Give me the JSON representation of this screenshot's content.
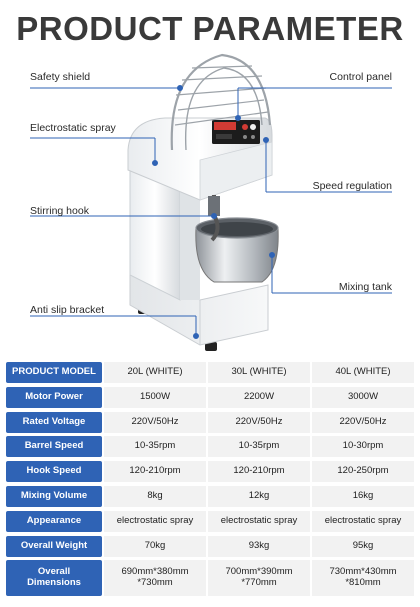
{
  "title": "PRODUCT PARAMETER",
  "callouts": {
    "safety_shield": "Safety shield",
    "control_panel": "Control panel",
    "electrostatic_spray": "Electrostatic spray",
    "speed_regulation": "Speed regulation",
    "stirring_hook": "Stirring hook",
    "mixing_tank": "Mixing tank",
    "anti_slip_bracket": "Anti slip bracket"
  },
  "colors": {
    "accent": "#2f63b5",
    "title": "#3a3a3a",
    "cell_bg": "#f2f2f2"
  },
  "table": {
    "header": {
      "label": "PRODUCT MODEL",
      "values": [
        "20L (WHITE)",
        "30L (WHITE)",
        "40L (WHITE)"
      ]
    },
    "rows": [
      {
        "label": "Motor Power",
        "values": [
          "1500W",
          "2200W",
          "3000W"
        ]
      },
      {
        "label": "Rated Voltage",
        "values": [
          "220V/50Hz",
          "220V/50Hz",
          "220V/50Hz"
        ]
      },
      {
        "label": "Barrel Speed",
        "values": [
          "10-35rpm",
          "10-35rpm",
          "10-30rpm"
        ]
      },
      {
        "label": "Hook Speed",
        "values": [
          "120-210rpm",
          "120-210rpm",
          "120-250rpm"
        ]
      },
      {
        "label": "Mixing Volume",
        "values": [
          "8kg",
          "12kg",
          "16kg"
        ]
      },
      {
        "label": "Appearance",
        "values": [
          "electrostatic spray",
          "electrostatic spray",
          "electrostatic spray"
        ]
      },
      {
        "label": "Overall Weight",
        "values": [
          "70kg",
          "93kg",
          "95kg"
        ]
      }
    ],
    "dimensions": {
      "label_line1": "Overall",
      "label_line2": "Dimensions",
      "values": [
        {
          "line1": "690mm*380mm",
          "line2": "*730mm"
        },
        {
          "line1": "700mm*390mm",
          "line2": "*770mm"
        },
        {
          "line1": "730mm*430mm",
          "line2": "*810mm"
        }
      ]
    }
  }
}
